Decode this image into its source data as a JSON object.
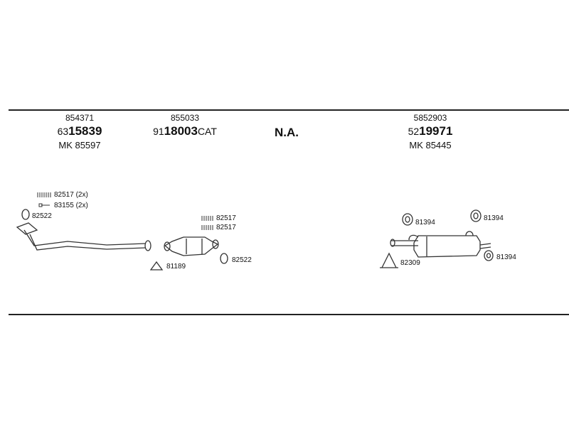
{
  "headers": [
    {
      "top": "854371",
      "prefix": "63",
      "main": "15839",
      "suffix": "",
      "bottom": "MK 85597"
    },
    {
      "top": "855033",
      "prefix": "91",
      "main": "18003",
      "suffix": "CAT",
      "bottom": ""
    },
    {
      "top": "5852903",
      "prefix": "52",
      "main": "19971",
      "suffix": "",
      "bottom": "MK 85445"
    }
  ],
  "na_label": "N.A.",
  "parts": {
    "clamp_82517_2x": "82517 (2x)",
    "bolt_83155_2x": "83155 (2x)",
    "gasket_82522_a": "82522",
    "clamp_82517_a": "82517",
    "clamp_82517_b": "82517",
    "gasket_81189": "81189",
    "gasket_82522_b": "82522",
    "mount_81394_a": "81394",
    "mount_81394_b": "81394",
    "mount_81394_c": "81394",
    "clamp_82309": "82309"
  }
}
